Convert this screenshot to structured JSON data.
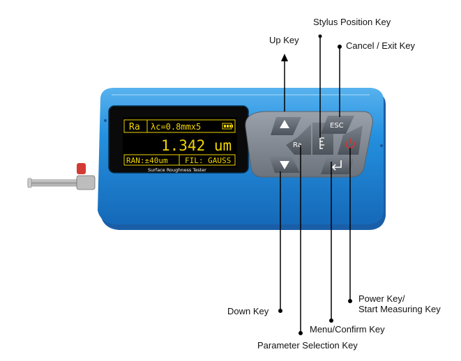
{
  "device": {
    "screen": {
      "param": "Ra",
      "cutoff": "λc=0.8mmx5",
      "value": "1.342 um",
      "range": "RAN:±40um",
      "filter": "FIL: GAUSS",
      "caption": "Surface Roughness Tester"
    },
    "keys": {
      "ra_label": "Ra",
      "esc_label": "ESC",
      "up_icon": "triangle-up-icon",
      "down_icon": "triangle-down-icon",
      "stylus_icon": "ruler-icon",
      "power_icon": "power-icon",
      "enter_icon": "enter-arrow-icon"
    },
    "colors": {
      "body": "#1f86d6",
      "keypad": "#7d8590",
      "screen_bg": "#000000",
      "lcd_text": "#f2d600",
      "power_key": "#d8322e"
    }
  },
  "callouts": {
    "stylus_position_key": "Stylus Position Key",
    "up_key": "Up Key",
    "cancel_exit_key": "Cancel / Exit Key",
    "power_key_line1": "Power Key/",
    "power_key_line2": "Start Measuring Key",
    "down_key": "Down Key",
    "menu_confirm_key": "Menu/Confirm Key",
    "parameter_selection_key": "Parameter Selection Key"
  }
}
